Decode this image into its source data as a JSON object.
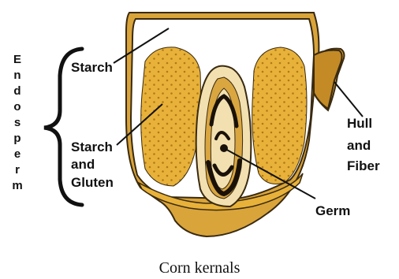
{
  "diagram": {
    "labels": {
      "starch": "Starch",
      "starch_gluten_line1": "Starch",
      "starch_gluten_line2": "and",
      "starch_gluten_line3": "Gluten",
      "hull_line1": "Hull",
      "hull_line2": "and",
      "hull_line3": "Fiber",
      "germ": "Germ"
    },
    "group_label_letters": [
      "E",
      "n",
      "d",
      "o",
      "s",
      "p",
      "e",
      "r",
      "m"
    ],
    "caption": "Corn kernals",
    "colors": {
      "outline": "#3a2a10",
      "hull": "#d9a43a",
      "endosperm_fill": "#e8b23a",
      "endosperm_dots": "#b07a18",
      "white_starch": "#ffffff",
      "germ_light": "#f3e0b0",
      "germ_mid": "#d9a640",
      "germ_dark": "#1a1208"
    }
  }
}
